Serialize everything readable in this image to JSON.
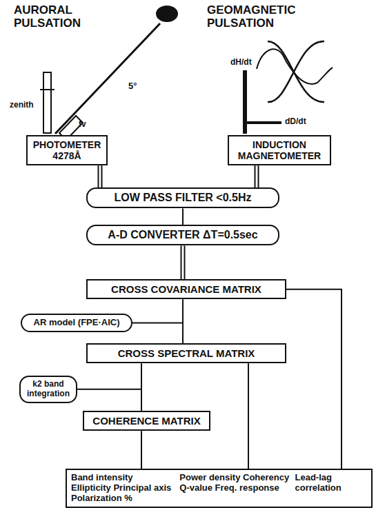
{
  "diagram": {
    "nodes": [
      {
        "text": [
          "PHOTOMETER 4278Å"
        ]
      },
      {
        "text": [
          "INDUCTION MAGNETOMETER"
        ]
      },
      {
        "text": [
          "LOW PASS FILTER <0.5Hz"
        ]
      },
      {
        "text": [
          "A-D CONVERTER ΔT=0.5sec"
        ]
      },
      {
        "text": [
          "CROSS COVARIANCE MATRIX"
        ]
      },
      {
        "text": [
          "AR model (FPE·AIC)"
        ]
      },
      {
        "text": [
          "CROSS SPECTRAL MATRIX"
        ]
      },
      {
        "text": [
          "k2 band integration"
        ]
      },
      {
        "text": [
          "COHERENCE MATRIX"
        ]
      },
      {
        "text": [
          "Band intensity Ellipticity Principal axis Polarization %",
          "Power density Coherency Q-value Freq. response",
          "Lead-lag correlation"
        ]
      }
    ],
    "edges": [
      {
        "from": 0,
        "to": 2,
        "arrow": "none"
      },
      {
        "from": 1,
        "to": 2,
        "arrow": "none"
      },
      {
        "from": 2,
        "to": 3,
        "arrow": "none"
      },
      {
        "from": 3,
        "to": 4,
        "arrow": "none"
      },
      {
        "from": 4,
        "to": 6,
        "arrow": "none"
      },
      {
        "from": 5,
        "to": 6,
        "arrow": "none"
      },
      {
        "from": 4,
        "to": 9,
        "arrow": "none"
      },
      {
        "from": 6,
        "to": 8,
        "arrow": "none"
      },
      {
        "from": 7,
        "to": 8,
        "arrow": "none"
      },
      {
        "from": 6,
        "to": 9,
        "arrow": "none"
      },
      {
        "from": 8,
        "to": 9,
        "arrow": "none"
      }
    ],
    "labels": [
      "AURORAL PULSATION",
      "GEOMAGNETIC PULSATION",
      "zenith",
      "5°",
      "fv",
      "dH/dt",
      "dD/dt"
    ]
  }
}
